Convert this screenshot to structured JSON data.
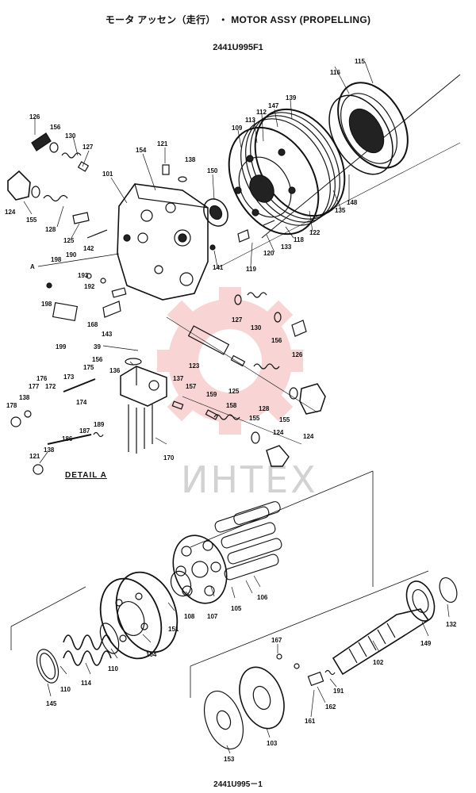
{
  "header": {
    "title": "モータ アッセン（走行） ・ MOTOR ASSY (PROPELLING)",
    "code": "2441U995F1"
  },
  "footer": {
    "page_code": "2441U995－1"
  },
  "detail_label": "DETAIL A",
  "marker_a": "A",
  "watermark": "ИНТЕХ",
  "callouts": [
    {
      "id": "c115",
      "label": "115"
    },
    {
      "id": "c116",
      "label": "116"
    },
    {
      "id": "c139",
      "label": "139"
    },
    {
      "id": "c147",
      "label": "147"
    },
    {
      "id": "c112",
      "label": "112"
    },
    {
      "id": "c113",
      "label": "113"
    },
    {
      "id": "c109",
      "label": "109"
    },
    {
      "id": "c126a",
      "label": "126"
    },
    {
      "id": "c156a",
      "label": "156"
    },
    {
      "id": "c130a",
      "label": "130"
    },
    {
      "id": "c127a",
      "label": "127"
    },
    {
      "id": "c121a",
      "label": "121"
    },
    {
      "id": "c154",
      "label": "154"
    },
    {
      "id": "c138a",
      "label": "138"
    },
    {
      "id": "c150",
      "label": "150"
    },
    {
      "id": "c101",
      "label": "101"
    },
    {
      "id": "c124a",
      "label": "124"
    },
    {
      "id": "c155a",
      "label": "155"
    },
    {
      "id": "c128a",
      "label": "128"
    },
    {
      "id": "c125a",
      "label": "125"
    },
    {
      "id": "c142",
      "label": "142"
    },
    {
      "id": "c198a",
      "label": "198"
    },
    {
      "id": "c190",
      "label": "190"
    },
    {
      "id": "c193",
      "label": "193"
    },
    {
      "id": "c192",
      "label": "192"
    },
    {
      "id": "c198b",
      "label": "198"
    },
    {
      "id": "c168",
      "label": "168"
    },
    {
      "id": "c143",
      "label": "143"
    },
    {
      "id": "c199",
      "label": "199"
    },
    {
      "id": "c141",
      "label": "141"
    },
    {
      "id": "c119",
      "label": "119"
    },
    {
      "id": "c120",
      "label": "120"
    },
    {
      "id": "c133",
      "label": "133"
    },
    {
      "id": "c118",
      "label": "118"
    },
    {
      "id": "c122",
      "label": "122"
    },
    {
      "id": "c135",
      "label": "135"
    },
    {
      "id": "c148",
      "label": "148"
    },
    {
      "id": "c127b",
      "label": "127"
    },
    {
      "id": "c130b",
      "label": "130"
    },
    {
      "id": "c156b",
      "label": "156"
    },
    {
      "id": "c126b",
      "label": "126"
    },
    {
      "id": "c39",
      "label": "39"
    },
    {
      "id": "c123",
      "label": "123"
    },
    {
      "id": "c125b",
      "label": "125"
    },
    {
      "id": "c128b",
      "label": "128"
    },
    {
      "id": "c155b",
      "label": "155"
    },
    {
      "id": "c124b",
      "label": "124"
    },
    {
      "id": "c156c",
      "label": "156"
    },
    {
      "id": "c136",
      "label": "136"
    },
    {
      "id": "c137",
      "label": "137"
    },
    {
      "id": "c157",
      "label": "157"
    },
    {
      "id": "c159",
      "label": "159"
    },
    {
      "id": "c158",
      "label": "158"
    },
    {
      "id": "c155c",
      "label": "155"
    },
    {
      "id": "c124c",
      "label": "124"
    },
    {
      "id": "c175",
      "label": "175"
    },
    {
      "id": "c176",
      "label": "176"
    },
    {
      "id": "c173",
      "label": "173"
    },
    {
      "id": "c177",
      "label": "177"
    },
    {
      "id": "c172",
      "label": "172"
    },
    {
      "id": "c178",
      "label": "178"
    },
    {
      "id": "c138b",
      "label": "138"
    },
    {
      "id": "c174",
      "label": "174"
    },
    {
      "id": "c189",
      "label": "189"
    },
    {
      "id": "c187",
      "label": "187"
    },
    {
      "id": "c186",
      "label": "186"
    },
    {
      "id": "c121b",
      "label": "121"
    },
    {
      "id": "c138c",
      "label": "138"
    },
    {
      "id": "c170",
      "label": "170"
    },
    {
      "id": "c108",
      "label": "108"
    },
    {
      "id": "c107",
      "label": "107"
    },
    {
      "id": "c105",
      "label": "105"
    },
    {
      "id": "c106",
      "label": "106"
    },
    {
      "id": "c151",
      "label": "151"
    },
    {
      "id": "c104",
      "label": "104"
    },
    {
      "id": "c110a",
      "label": "110"
    },
    {
      "id": "c114",
      "label": "114"
    },
    {
      "id": "c110b",
      "label": "110"
    },
    {
      "id": "c145",
      "label": "145"
    },
    {
      "id": "c149",
      "label": "149"
    },
    {
      "id": "c132",
      "label": "132"
    },
    {
      "id": "c102",
      "label": "102"
    },
    {
      "id": "c167",
      "label": "167"
    },
    {
      "id": "c191",
      "label": "191"
    },
    {
      "id": "c162",
      "label": "162"
    },
    {
      "id": "c161",
      "label": "161"
    },
    {
      "id": "c103",
      "label": "103"
    },
    {
      "id": "c153",
      "label": "153"
    }
  ]
}
